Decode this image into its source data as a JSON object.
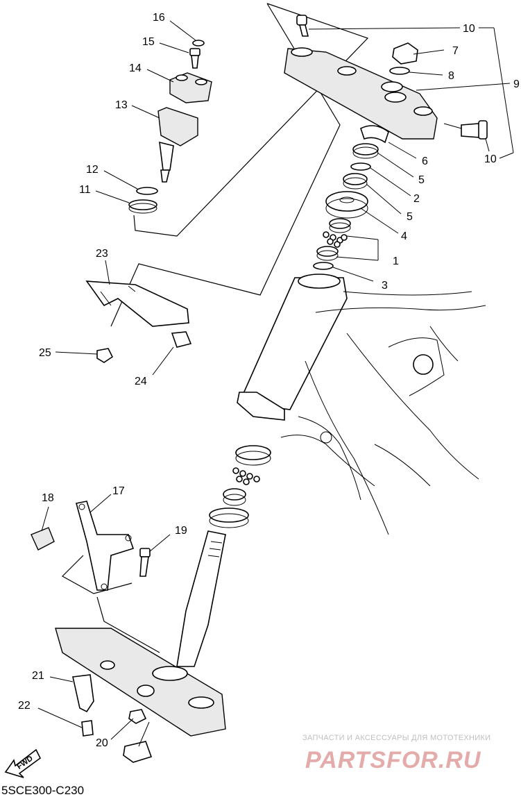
{
  "callouts": {
    "c16": "16",
    "c15": "15",
    "c14": "14",
    "c13": "13",
    "c12": "12",
    "c11": "11",
    "c10a": "10",
    "c10b": "10",
    "c7": "7",
    "c8": "8",
    "c9": "9",
    "c6": "6",
    "c5a": "5",
    "c2": "2",
    "c5b": "5",
    "c4": "4",
    "c1": "1",
    "c3": "3",
    "c23": "23",
    "c25": "25",
    "c24": "24",
    "c18": "18",
    "c17": "17",
    "c19": "19",
    "c21": "21",
    "c22": "22",
    "c20": "20"
  },
  "fwd_label": "FWD",
  "diagram_code": "5SCE300-C230",
  "watermark": {
    "tagline": "ЗАПЧАСТИ И АКСЕССУАРЫ ДЛЯ МОТОТЕХНИКИ",
    "logo": "PARTSFOR.RU"
  },
  "colors": {
    "line": "#000000",
    "background": "#ffffff",
    "watermark_logo": "#e2a2a2",
    "watermark_text": "#b8b8b8"
  }
}
